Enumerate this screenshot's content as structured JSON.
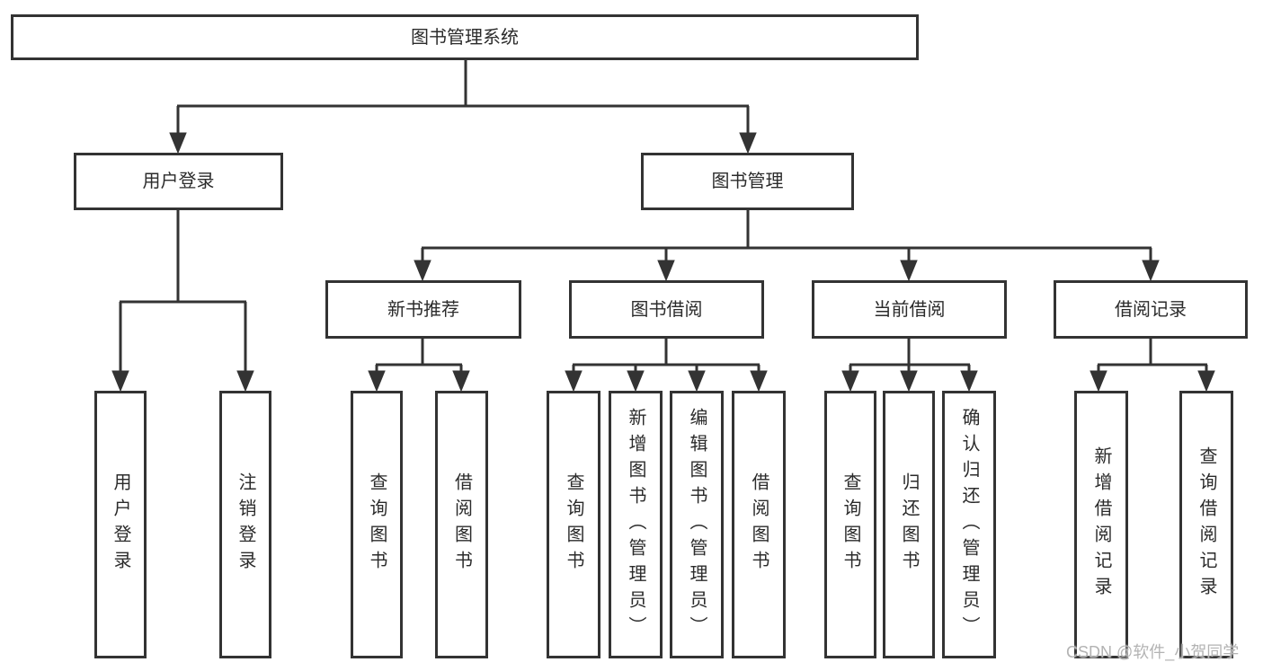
{
  "page": {
    "background": "#ffffff",
    "line_color": "#333333",
    "box_border_color": "#333333",
    "box_fill": "#ffffff",
    "text_color": "#2b2b2b"
  },
  "watermark": {
    "text": "CSDN @软件_小贺同学",
    "color": "#b3b3b3"
  },
  "tree": {
    "root": {
      "label": "图书管理系统"
    },
    "children": [
      {
        "label": "用户登录",
        "children": [
          {
            "label": "用户登录"
          },
          {
            "label": "注销登录"
          }
        ]
      },
      {
        "label": "图书管理",
        "children": [
          {
            "label": "新书推荐",
            "children": [
              {
                "label": "查询图书"
              },
              {
                "label": "借阅图书"
              }
            ]
          },
          {
            "label": "图书借阅",
            "children": [
              {
                "label": "查询图书"
              },
              {
                "label": "新增图书（管理员）"
              },
              {
                "label": "编辑图书（管理员）"
              },
              {
                "label": "借阅图书"
              }
            ]
          },
          {
            "label": "当前借阅",
            "children": [
              {
                "label": "查询图书"
              },
              {
                "label": "归还图书"
              },
              {
                "label": "确认归还（管理员）"
              }
            ]
          },
          {
            "label": "借阅记录",
            "children": [
              {
                "label": "新增借阅记录"
              },
              {
                "label": "查询借阅记录"
              }
            ]
          }
        ]
      }
    ]
  }
}
